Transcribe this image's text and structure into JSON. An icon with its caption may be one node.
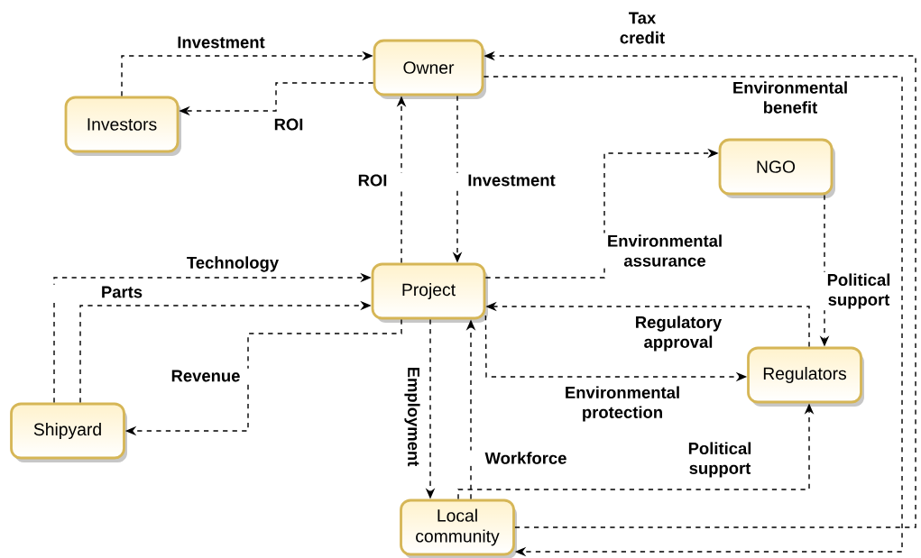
{
  "diagram": {
    "nodes": [
      {
        "text": [
          "Owner"
        ]
      },
      {
        "text": [
          "Investors"
        ]
      },
      {
        "text": [
          "NGO"
        ]
      },
      {
        "text": [
          "Project"
        ]
      },
      {
        "text": [
          "Shipyard"
        ]
      },
      {
        "text": [
          "Regulators"
        ]
      },
      {
        "text": [
          "Local community"
        ]
      }
    ],
    "edges": [
      {
        "from": 1,
        "to": 0,
        "arrow": "to",
        "label": "Investment"
      },
      {
        "from": 0,
        "to": 1,
        "arrow": "to",
        "label": "ROI"
      },
      {
        "from": 3,
        "to": 0,
        "arrow": "to",
        "label": "ROI"
      },
      {
        "from": 0,
        "to": 3,
        "arrow": "to",
        "label": "Investment"
      },
      {
        "from": 4,
        "to": 3,
        "arrow": "to",
        "label": "Technology"
      },
      {
        "from": 4,
        "to": 3,
        "arrow": "to",
        "label": "Parts"
      },
      {
        "from": 3,
        "to": 4,
        "arrow": "to",
        "label": "Revenue"
      },
      {
        "from": 3,
        "to": 2,
        "arrow": "to",
        "label": "Environmental assurance"
      },
      {
        "from": 2,
        "to": 5,
        "arrow": "to",
        "label": "Political support"
      },
      {
        "from": 5,
        "to": 3,
        "arrow": "to",
        "label": "Regulatory approval"
      },
      {
        "from": 3,
        "to": 5,
        "arrow": "to",
        "label": "Environmental protection"
      },
      {
        "from": 3,
        "to": 6,
        "arrow": "to",
        "label": "Employment"
      },
      {
        "from": 6,
        "to": 3,
        "arrow": "to",
        "label": "Workforce"
      },
      {
        "from": 6,
        "to": 5,
        "arrow": "to",
        "label": "Political support"
      },
      {
        "from": 6,
        "to": 0,
        "arrow": "to",
        "label": "Tax credit"
      },
      {
        "from": 0,
        "to": 6,
        "arrow": "to",
        "label": "Environmental benefit"
      }
    ]
  }
}
